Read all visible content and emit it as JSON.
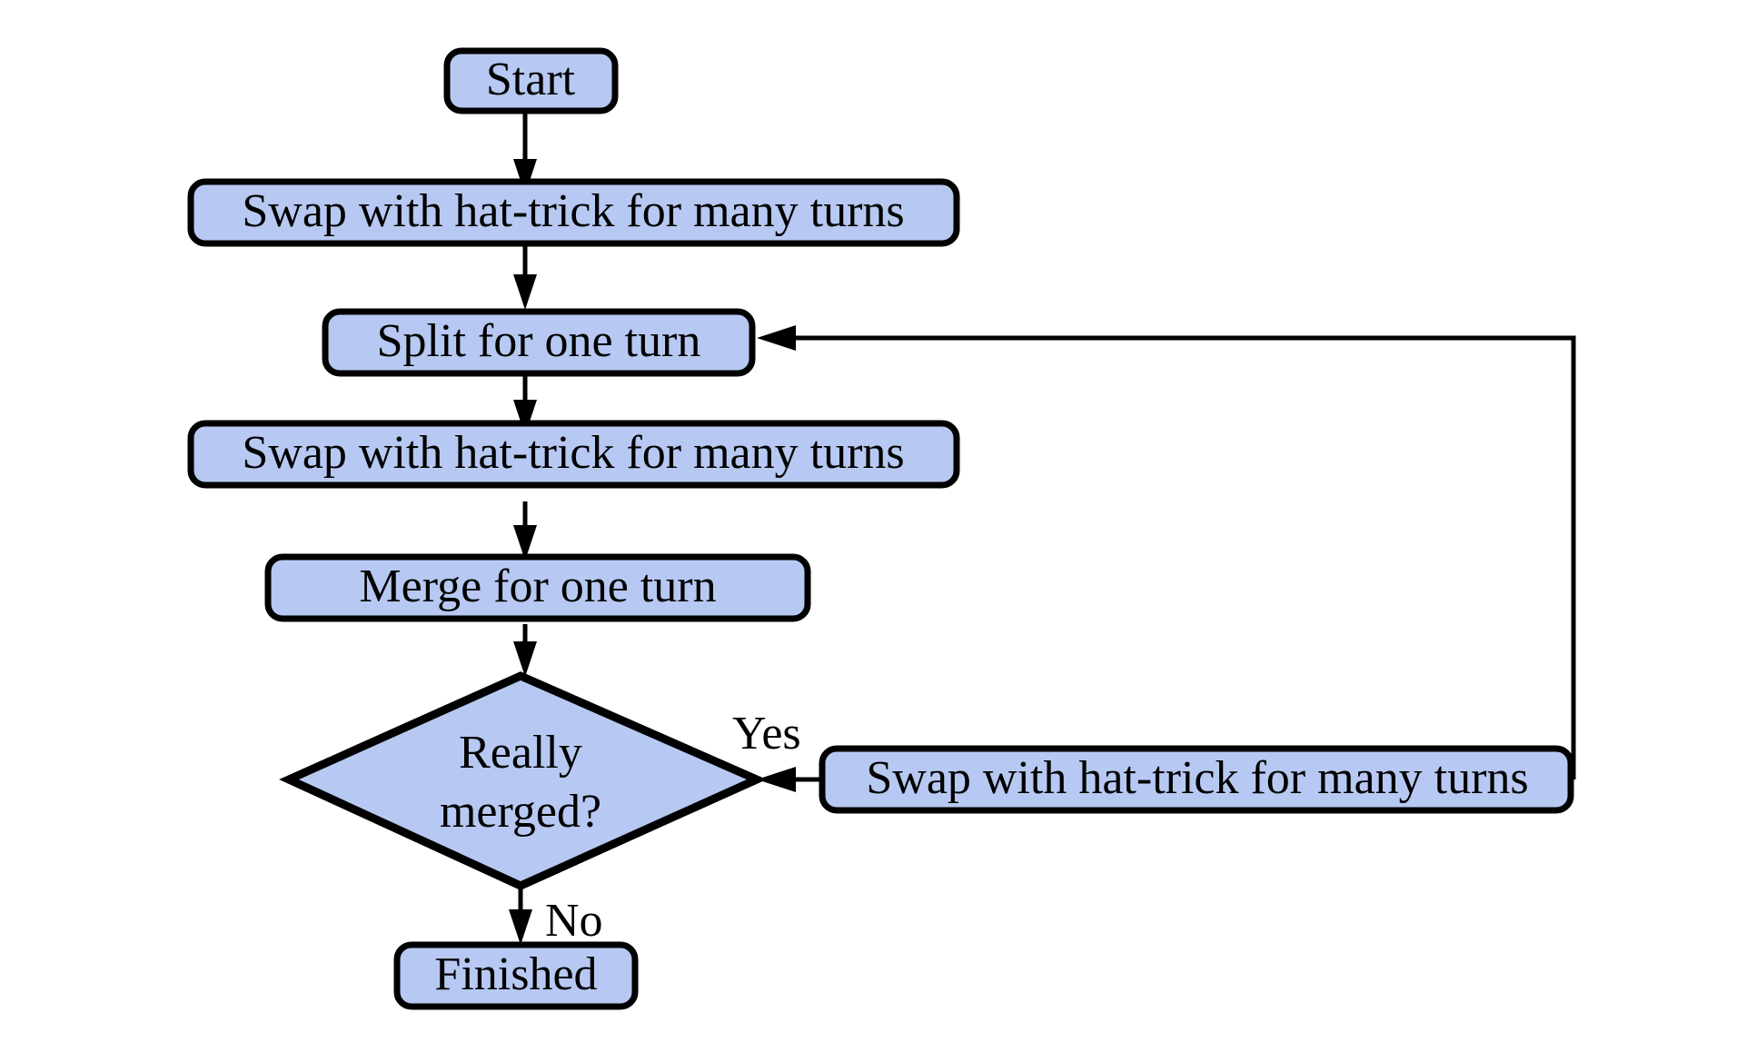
{
  "diagram": {
    "type": "flowchart",
    "title": "",
    "background_color": "#ffffff",
    "node_fill_color": "#b7c9f2",
    "node_stroke_color": "#000000",
    "nodes": [
      {
        "id": "start",
        "label": "Start",
        "shape": "rounded-rect"
      },
      {
        "id": "swap1",
        "label": "Swap with hat-trick for many turns",
        "shape": "rounded-rect"
      },
      {
        "id": "split",
        "label": "Split for one turn",
        "shape": "rounded-rect"
      },
      {
        "id": "swap2",
        "label": "Swap with hat-trick for many turns",
        "shape": "rounded-rect"
      },
      {
        "id": "merge",
        "label": "Merge for one turn",
        "shape": "rounded-rect"
      },
      {
        "id": "decision",
        "label_line1": "Really",
        "label_line2": "merged?",
        "shape": "diamond"
      },
      {
        "id": "swap3",
        "label": "Swap with hat-trick for many turns",
        "shape": "rounded-rect"
      },
      {
        "id": "finished",
        "label": "Finished",
        "shape": "rounded-rect"
      }
    ],
    "edges": [
      {
        "id": "e-start-swap1",
        "from": "start",
        "to": "swap1",
        "label": ""
      },
      {
        "id": "e-swap1-split",
        "from": "swap1",
        "to": "split",
        "label": ""
      },
      {
        "id": "e-split-swap2",
        "from": "split",
        "to": "swap2",
        "label": ""
      },
      {
        "id": "e-swap2-merge",
        "from": "swap2",
        "to": "merge",
        "label": ""
      },
      {
        "id": "e-merge-decision",
        "from": "merge",
        "to": "decision",
        "label": ""
      },
      {
        "id": "e-decision-swap3",
        "from": "swap3",
        "to": "decision",
        "label": "Yes"
      },
      {
        "id": "e-decision-finished",
        "from": "decision",
        "to": "finished",
        "label": "No"
      },
      {
        "id": "e-swap3-split",
        "from": "swap3",
        "to": "split",
        "label": ""
      }
    ]
  }
}
